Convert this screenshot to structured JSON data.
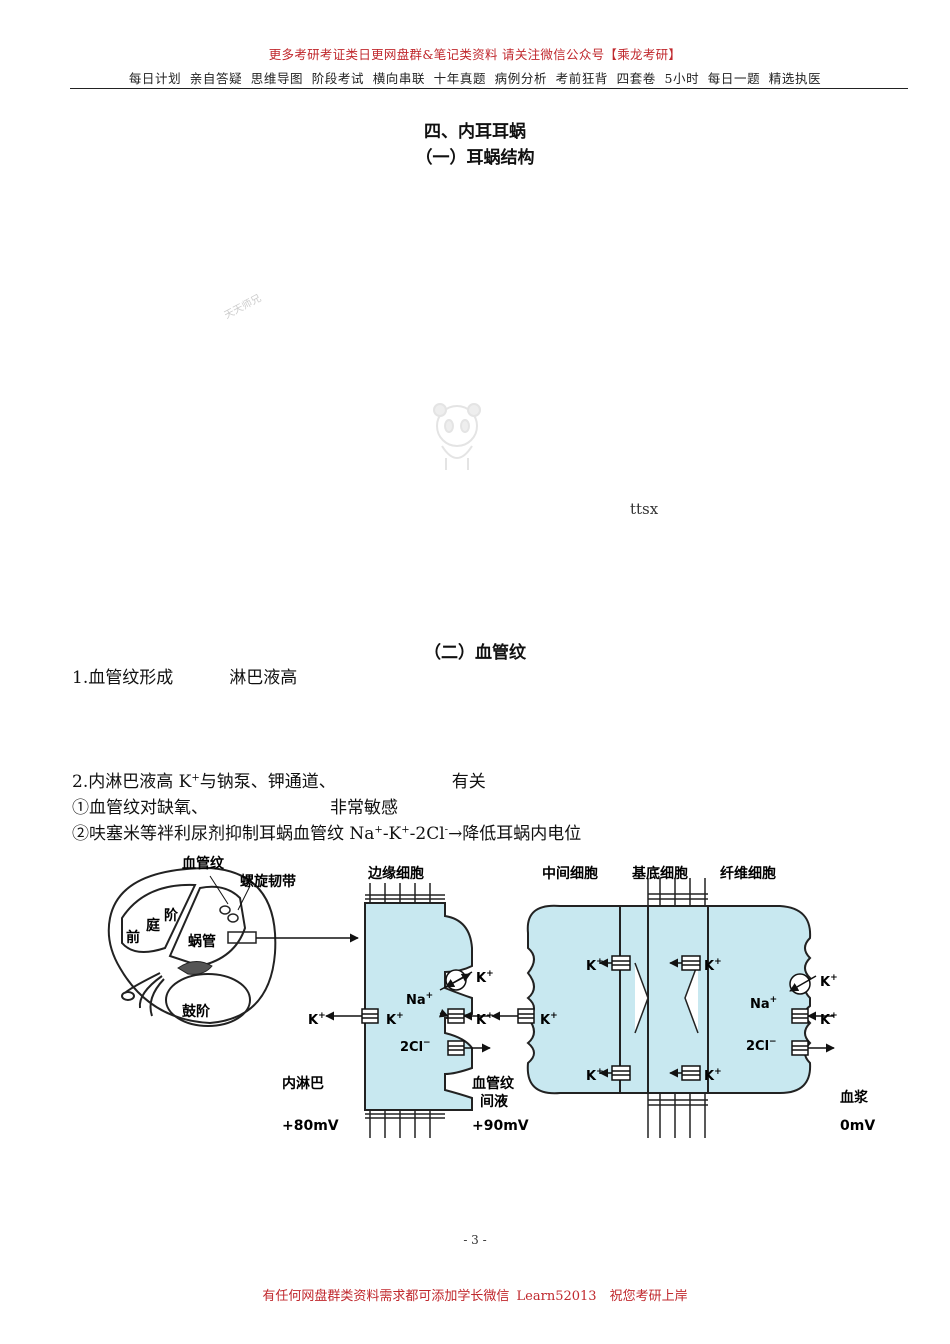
{
  "header": {
    "promo": "更多考研考证类日更网盘群&笔记类资料 请关注微信公众号【乘龙考研】",
    "nav": "每日计划 亲自答疑 思维导图 阶段考试 横向串联 十年真题 病例分析 考前狂背 四套卷 5小时 每日一题 精选执医"
  },
  "section": {
    "title": "四、内耳耳蜗",
    "sub1": "（一）耳蜗结构",
    "sub2": "（二）血管纹"
  },
  "watermark": {
    "text": "天天师兄",
    "ttsx": "ttsx"
  },
  "body": {
    "line1_a": "1.血管纹形成",
    "line1_b": "淋巴液高",
    "line2_a": "2.内淋巴液高 K",
    "line2_sup": "+",
    "line2_b": "与钠泵、钾通道、",
    "line2_c": "有关",
    "line3_a": "①血管纹对缺氧、",
    "line3_b": "非常敏感",
    "line4_a": "②呋塞米等袢利尿剂抑制耳蜗血管纹 Na",
    "line4_sup1": "+",
    "line4_b": "-K",
    "line4_sup2": "+",
    "line4_c": "-2Cl",
    "line4_sup3": "-",
    "line4_d": "→降低耳蜗内电位"
  },
  "figure": {
    "label_xueguanwen": "血管纹",
    "label_luoxuan": "螺旋韧带",
    "label_qiantingjie1": "前",
    "label_qiantingjie2": "庭",
    "label_qiantingjie3": "阶",
    "label_woguan": "蜗管",
    "label_gujie": "鼓阶",
    "label_bianyuan": "边缘细胞",
    "label_zhongjian": "中间细胞",
    "label_jidi": "基底细胞",
    "label_xianwei": "纤维细胞",
    "label_neilinba": "内淋巴",
    "label_plus80": "+80mV",
    "label_jianye1": "血管纹",
    "label_jianye2": "间液",
    "label_plus90": "+90mV",
    "label_xuejiang": "血浆",
    "label_zero": "0mV",
    "ion_k": "K",
    "ion_na": "Na",
    "ion_cl": "2Cl",
    "sup_plus": "+",
    "sup_minus": "−",
    "color_cell": "#c8e8f0"
  },
  "footer": {
    "page": "- 3 -",
    "promo": "有任何网盘群类资料需求都可添加学长微信 Learn52013　祝您考研上岸"
  }
}
